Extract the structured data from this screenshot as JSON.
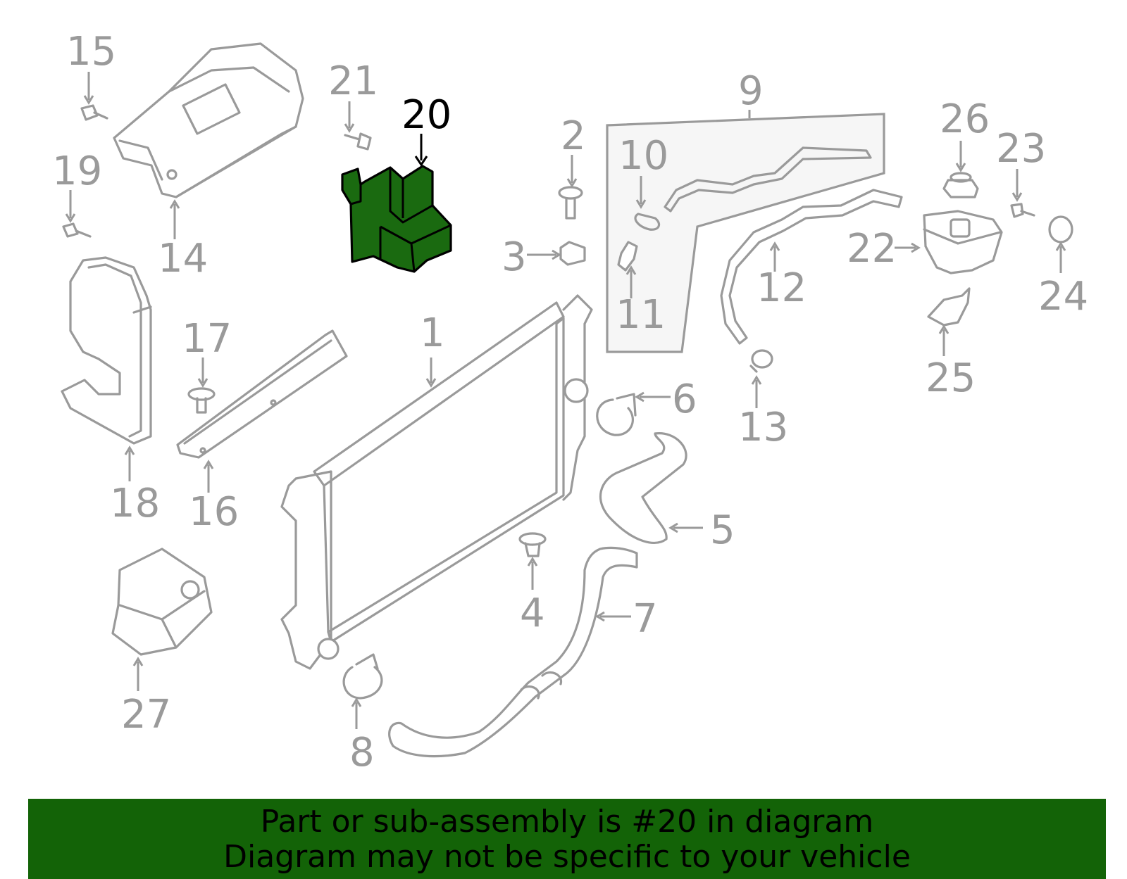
{
  "highlight_color": "#1a6a10",
  "banner_color": "#136307",
  "callouts": {
    "c1": "1",
    "c2": "2",
    "c3": "3",
    "c4": "4",
    "c5": "5",
    "c6": "6",
    "c7": "7",
    "c8": "8",
    "c9": "9",
    "c10": "10",
    "c11": "11",
    "c12": "12",
    "c13": "13",
    "c14": "14",
    "c15": "15",
    "c16": "16",
    "c17": "17",
    "c18": "18",
    "c19": "19",
    "c20": "20",
    "c21": "21",
    "c22": "22",
    "c23": "23",
    "c24": "24",
    "c25": "25",
    "c26": "26",
    "c27": "27"
  },
  "highlighted_part": "20",
  "banner": {
    "line1": "Part or sub-assembly is #20 in diagram",
    "line2": "Diagram may not be specific to your vehicle"
  }
}
